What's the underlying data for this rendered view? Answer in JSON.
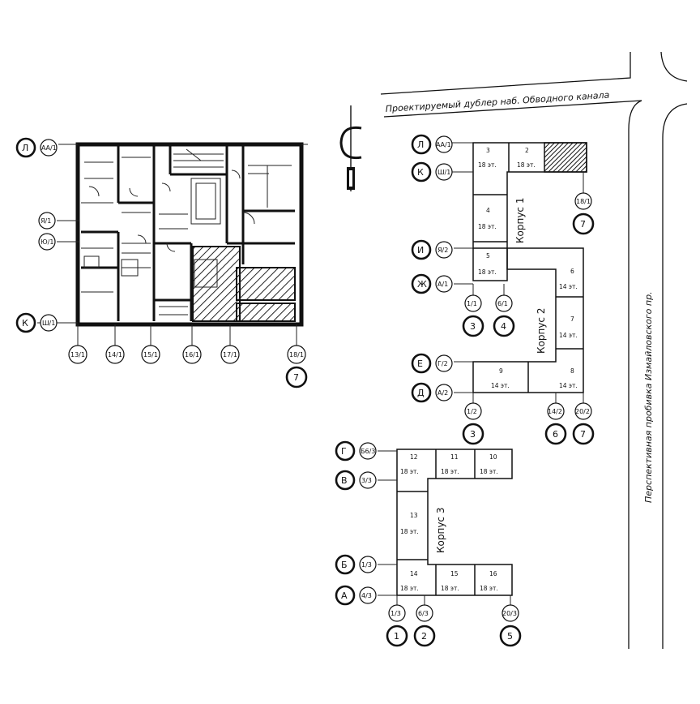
{
  "road_top": "Проектируемый дублер наб. Обводного канала",
  "road_right": "Перспективная пробивка Измайловского пр.",
  "floors_18": "18 эт.",
  "floors_14": "14 эт.",
  "corpus_labels": [
    "Корпус 1",
    "Корпус 2",
    "Корпус 3"
  ],
  "plan_axes": {
    "row_letters": [
      "Л",
      "К"
    ],
    "row_codes": [
      "АА/1",
      "Я/1",
      "Ю/1",
      "Ш/1"
    ],
    "col_codes": [
      "13/1",
      "14/1",
      "15/1",
      "16/1",
      "17/1",
      "18/1"
    ],
    "col_bold": "7"
  },
  "corpus1": {
    "rows": [
      {
        "letter": "Л",
        "code": "АА/1"
      },
      {
        "letter": "К",
        "code": "Ш/1"
      },
      {
        "letter": "И",
        "code": "Я/2"
      },
      {
        "letter": "Ж",
        "code": "А/1"
      }
    ],
    "sections": [
      "3",
      "2",
      "4",
      "5"
    ],
    "col_codes": [
      "1/1",
      "6/1",
      "18/1"
    ],
    "col_bold": [
      "3",
      "4",
      "7"
    ]
  },
  "corpus2": {
    "rows": [
      {
        "letter": "Е",
        "code": "Г/2"
      },
      {
        "letter": "Д",
        "code": "А/2"
      }
    ],
    "sections": [
      "6",
      "7",
      "8",
      "9"
    ],
    "col_codes": [
      "1/2",
      "14/2",
      "20/2"
    ],
    "col_bold": [
      "3",
      "6",
      "7"
    ]
  },
  "corpus3": {
    "rows": [
      {
        "letter": "Г",
        "code": "Б6/3"
      },
      {
        "letter": "В",
        "code": "3/3"
      },
      {
        "letter": "Б",
        "code": "1/3"
      },
      {
        "letter": "А",
        "code": "4/3"
      }
    ],
    "sections": [
      "12",
      "11",
      "10",
      "13",
      "14",
      "15",
      "16"
    ],
    "col_codes": [
      "1/3",
      "6/3",
      "20/3"
    ],
    "col_bold": [
      "1",
      "2",
      "5"
    ]
  },
  "colors": {
    "ink": "#111111",
    "background": "#ffffff",
    "hatch": "#222222"
  }
}
